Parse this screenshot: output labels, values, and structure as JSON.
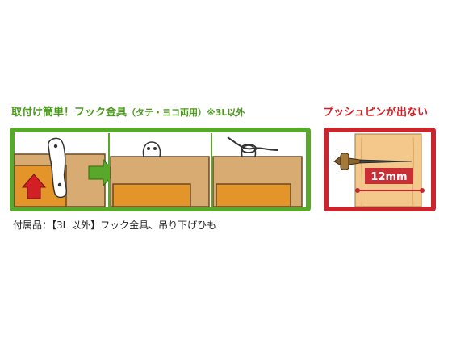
{
  "heading_left": {
    "main": "取付け簡単！フック金具",
    "sub": "（タテ・ヨコ両用）※3L以外"
  },
  "heading_right": "プッシュピンが出ない",
  "measure_label": "12mm",
  "caption": "付属品：【3L 以外】フック金具、吊り下げひも",
  "colors": {
    "accent_green": "#58a82b",
    "accent_red": "#c7262f",
    "wood": "#d8ab73",
    "orange_panel": "#e4952a"
  }
}
